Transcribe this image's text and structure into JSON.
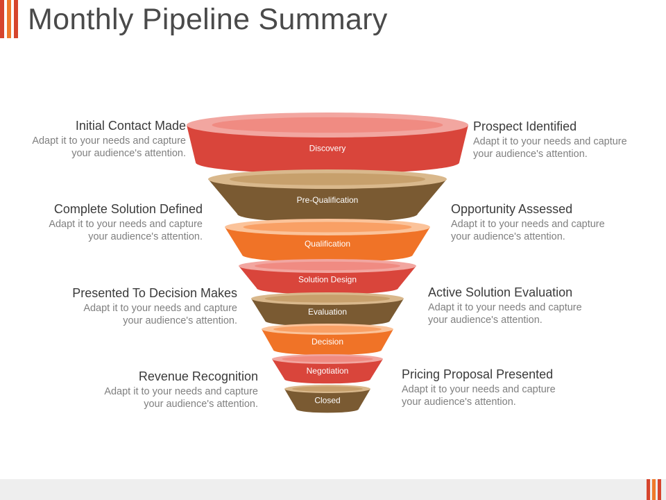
{
  "colors": {
    "accent_red": "#d6452d",
    "accent_orange": "#ef7a2a",
    "red": "#d9453b",
    "brown": "#7a5a32",
    "orange": "#f07327"
  },
  "title": "Monthly Pipeline Summary",
  "stages": [
    {
      "label": "Discovery",
      "color": "red"
    },
    {
      "label": "Pre-Qualification",
      "color": "brown"
    },
    {
      "label": "Qualification",
      "color": "orange"
    },
    {
      "label": "Solution Design",
      "color": "red"
    },
    {
      "label": "Evaluation",
      "color": "brown"
    },
    {
      "label": "Decision",
      "color": "orange"
    },
    {
      "label": "Negotiation",
      "color": "red"
    },
    {
      "label": "Closed",
      "color": "brown"
    }
  ],
  "callouts_left": [
    {
      "heading": "Initial Contact Made",
      "desc": "Adapt it to your needs and capture your audience's attention."
    },
    {
      "heading": "Complete Solution Defined",
      "desc": "Adapt it to your needs and capture your audience's attention."
    },
    {
      "heading": "Presented To Decision Makes",
      "desc": "Adapt it to your needs and capture your audience's attention."
    },
    {
      "heading": "Revenue Recognition",
      "desc": "Adapt it to your needs and capture your audience's attention."
    }
  ],
  "callouts_right": [
    {
      "heading": "Prospect Identified",
      "desc": "Adapt it to your needs and capture your audience's attention."
    },
    {
      "heading": "Opportunity Assessed",
      "desc": "Adapt it to your needs and capture your audience's attention."
    },
    {
      "heading": "Active Solution Evaluation",
      "desc": "Adapt it to your needs and capture your audience's attention."
    },
    {
      "heading": "Pricing Proposal Presented",
      "desc": "Adapt it to your needs and capture your audience's attention."
    }
  ]
}
